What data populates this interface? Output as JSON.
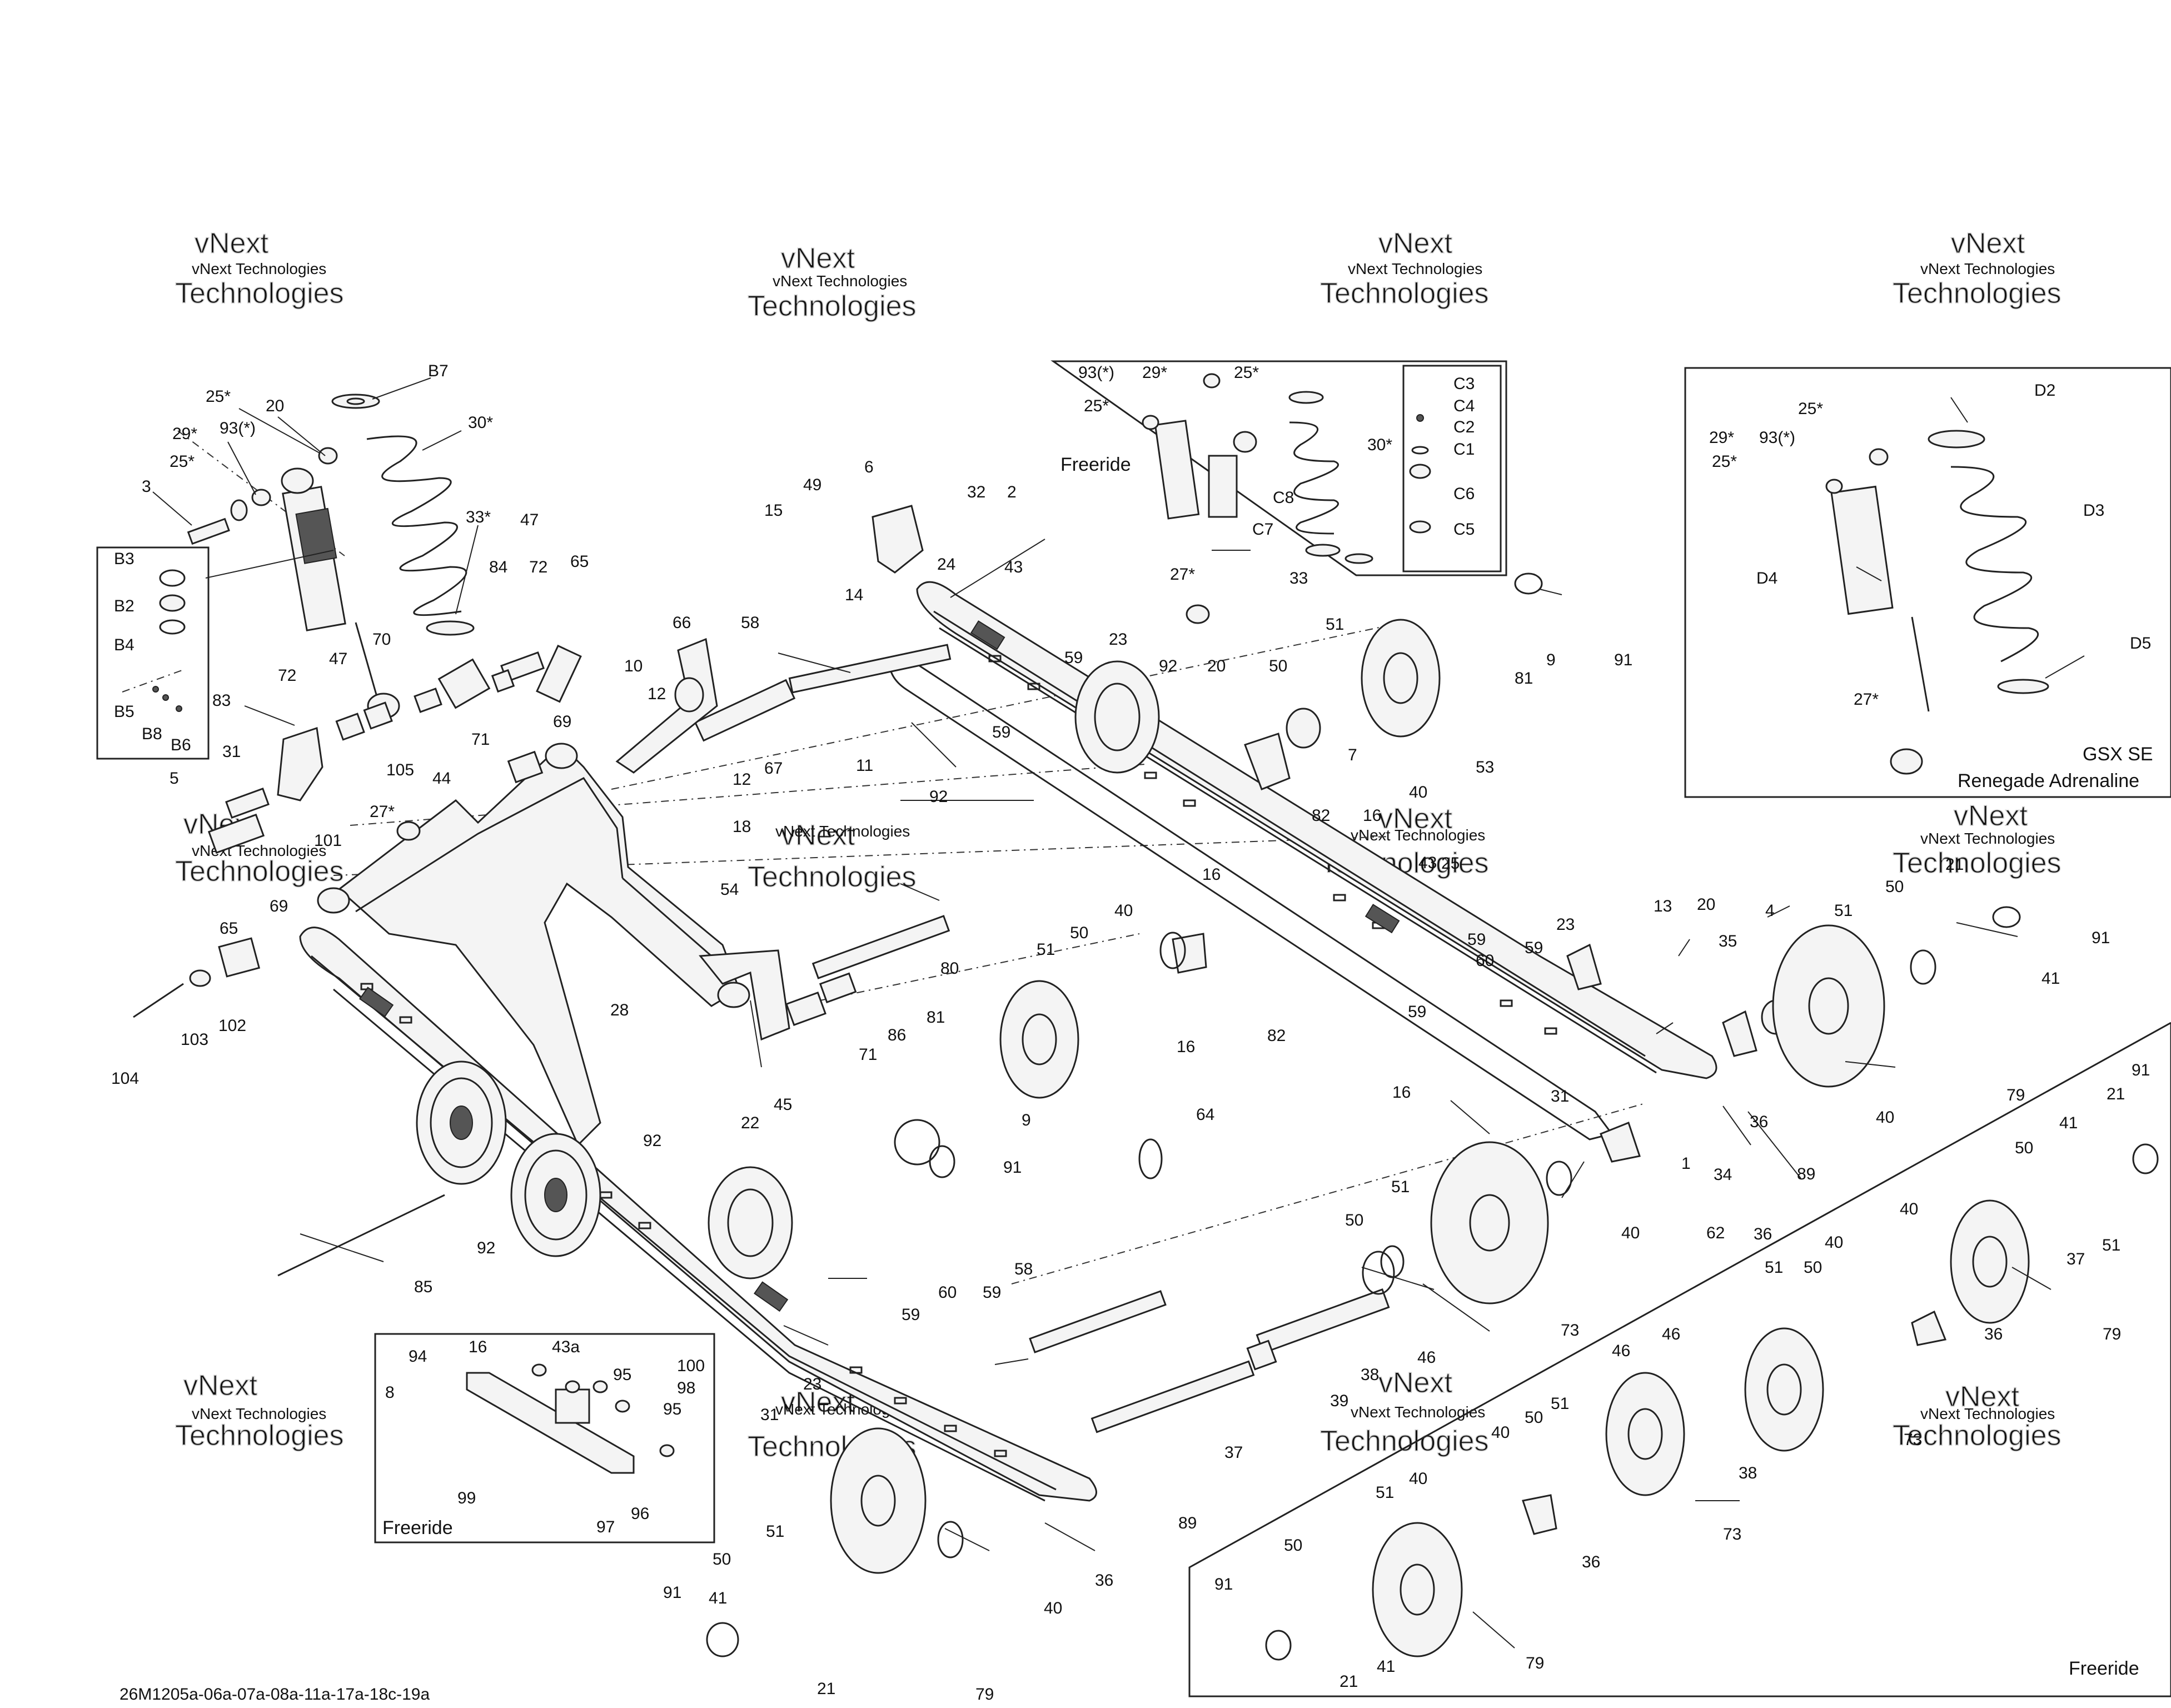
{
  "footer": {
    "drawing_id": "26M1205a-06a-07a-08a-11a-17a-18c-19a"
  },
  "watermark": {
    "line1": "vNext Technologies",
    "line2": "vNext",
    "line3": "Technologies"
  },
  "inset_labels": {
    "freeride_shock": "Freeride",
    "freeride_slider": "Freeride",
    "freeride_wheels": "Freeride",
    "gsx_line1": "GSX SE",
    "gsx_line2": "Renegade Adrenaline"
  },
  "callouts": {
    "c_B7": "B7",
    "c_30s_a": "30*",
    "c_25s_a": "25*",
    "c_20_a": "20",
    "c_29s_a": "29*",
    "c_93_a": "93(*)",
    "c_25s_b": "25*",
    "c_3": "3",
    "c_33s_a": "33*",
    "c_47_a": "47",
    "c_84": "84",
    "c_72_a": "72",
    "c_65_a": "65",
    "c_70": "70",
    "c_B3": "B3",
    "c_B2": "B2",
    "c_B4": "B4",
    "c_B5": "B5",
    "c_B8": "B8",
    "c_B6": "B6",
    "c_83": "83",
    "c_72_b": "72",
    "c_47_b": "47",
    "c_69_a": "69",
    "c_71_a": "71",
    "c_44": "44",
    "c_31_a": "31",
    "c_5": "5",
    "c_105": "105",
    "c_27s_a": "27*",
    "c_101": "101",
    "c_65_b": "65",
    "c_69_b": "69",
    "c_104": "104",
    "c_103": "103",
    "c_102": "102",
    "c_49": "49",
    "c_6": "6",
    "c_32": "32",
    "c_2": "2",
    "c_15": "15",
    "c_24": "24",
    "c_43_a": "43",
    "c_14": "14",
    "c_66": "66",
    "c_58_a": "58",
    "c_10": "10",
    "c_12_a": "12",
    "c_12_b": "12",
    "c_18": "18",
    "c_67": "67",
    "c_11": "11",
    "c_23_a": "23",
    "c_59_a": "59",
    "c_59_b": "59",
    "c_92_a": "92",
    "c_20_b": "20",
    "c_50_a": "50",
    "c_51_a": "51",
    "c_9_a": "9",
    "c_91_a": "91",
    "c_81_a": "81",
    "c_7": "7",
    "c_82_a": "82",
    "c_40_a": "40",
    "c_53": "53",
    "c_92_b": "92",
    "c_16_a": "16",
    "c_16_b": "16",
    "c_43_b": "43",
    "c_25_a": "25",
    "c_59_c": "59",
    "c_54": "54",
    "c_80": "80",
    "c_86": "86",
    "c_71_b": "71",
    "c_28": "28",
    "c_22": "22",
    "c_45": "45",
    "c_92_c": "92",
    "c_50_b": "50",
    "c_40_b": "40",
    "c_51_b": "51",
    "c_16_c": "16",
    "c_82_b": "82",
    "c_81_b": "81",
    "c_9_b": "9",
    "c_64": "64",
    "c_91_b": "91",
    "c_59_d": "59",
    "c_60_a": "60",
    "c_59_e": "59",
    "c_23_b": "23",
    "c_13": "13",
    "c_20_c": "20",
    "c_4": "4",
    "c_35": "35",
    "c_31_b": "31",
    "c_16_d": "16",
    "c_1": "1",
    "c_34": "34",
    "c_89_a": "89",
    "c_36_a": "36",
    "c_62": "62",
    "c_40_c": "40",
    "c_51_c": "51",
    "c_50_c": "50",
    "c_73_a": "73",
    "c_46_a": "46",
    "c_36_b": "36",
    "c_40_d": "40",
    "c_79_a": "79",
    "c_51_d": "51",
    "c_50_d": "50",
    "c_21_a": "21",
    "c_91_c": "91",
    "c_41_a": "41",
    "c_92_d": "92",
    "c_85": "85",
    "c_58_b": "58",
    "c_60_b": "60",
    "c_59_f": "59",
    "c_59_g": "59",
    "c_38_a": "38",
    "c_39": "39",
    "c_37_a": "37",
    "c_23_c": "23",
    "c_31_c": "31",
    "c_89_b": "89",
    "c_36_c": "36",
    "c_40_e": "40",
    "c_51_e": "51",
    "c_50_e": "50",
    "c_41_b": "41",
    "c_91_d": "91",
    "c_21_b": "21",
    "c_79_b": "79",
    "c_94": "94",
    "c_16_e": "16",
    "c_43a": "43a",
    "c_95_a": "95",
    "c_100": "100",
    "c_98": "98",
    "c_95_b": "95",
    "c_8": "8",
    "c_99": "99",
    "c_97": "97",
    "c_96": "96",
    "c_93_b": "93(*)",
    "c_29s_b": "29*",
    "c_25s_c": "25*",
    "c_25s_d": "25*",
    "c_30s_b": "30*",
    "c_C3": "C3",
    "c_C4": "C4",
    "c_C2": "C2",
    "c_C1": "C1",
    "c_C6": "C6",
    "c_C5": "C5",
    "c_C8": "C8",
    "c_C7": "C7",
    "c_27s_b": "27*",
    "c_33_b": "33",
    "c_25s_e": "25*",
    "c_D2": "D2",
    "c_29s_c": "29*",
    "c_93_c": "93(*)",
    "c_25s_f": "25*",
    "c_D3": "D3",
    "c_D4": "D4",
    "c_D5": "D5",
    "c_27s_c": "27*",
    "c_91_e": "91",
    "c_21_c": "21",
    "c_41_c": "41",
    "c_50_f": "50",
    "c_40_f": "40",
    "c_37_b": "37",
    "c_51_f": "51",
    "c_36_d": "36",
    "c_79_c": "79",
    "c_51_g": "51",
    "c_50_g": "50",
    "c_40_g": "40",
    "c_46_b": "46",
    "c_46_c": "46",
    "c_73_b": "73",
    "c_51_h": "51",
    "c_50_h": "50",
    "c_40_h": "40",
    "c_38_b": "38",
    "c_73_c": "73",
    "c_36_e": "36",
    "c_51_i": "51",
    "c_40_i": "40",
    "c_50_i": "50",
    "c_91_f": "91",
    "c_21_d": "21",
    "c_41_d": "41",
    "c_79_d": "79"
  }
}
